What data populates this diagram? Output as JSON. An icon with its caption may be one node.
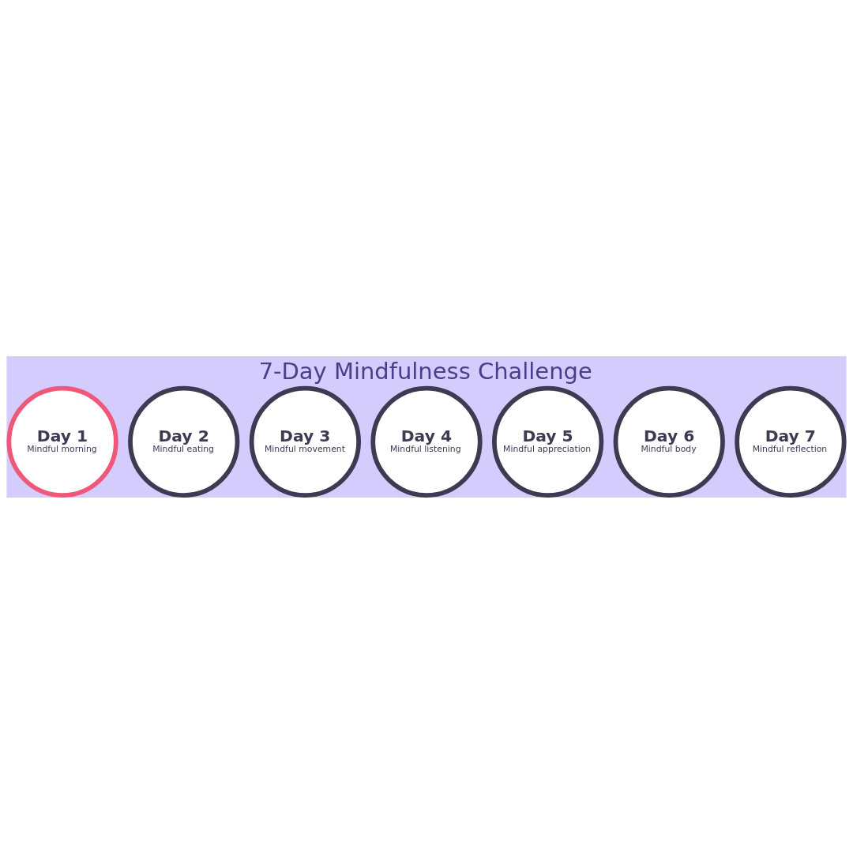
{
  "diagram": {
    "title": "7-Day Mindfulness Challenge",
    "nodes": [
      {
        "text": [
          "Day 1",
          "Mindful morning"
        ]
      },
      {
        "text": [
          "Day 2",
          "Mindful eating"
        ]
      },
      {
        "text": [
          "Day 3",
          "Mindful movement"
        ]
      },
      {
        "text": [
          "Day 4",
          "Mindful listening"
        ]
      },
      {
        "text": [
          "Day 5",
          "Mindful appreciation"
        ]
      },
      {
        "text": [
          "Day 6",
          "Mindful body"
        ]
      },
      {
        "text": [
          "Day 7",
          "Mindful reflection"
        ]
      }
    ],
    "edges": []
  }
}
